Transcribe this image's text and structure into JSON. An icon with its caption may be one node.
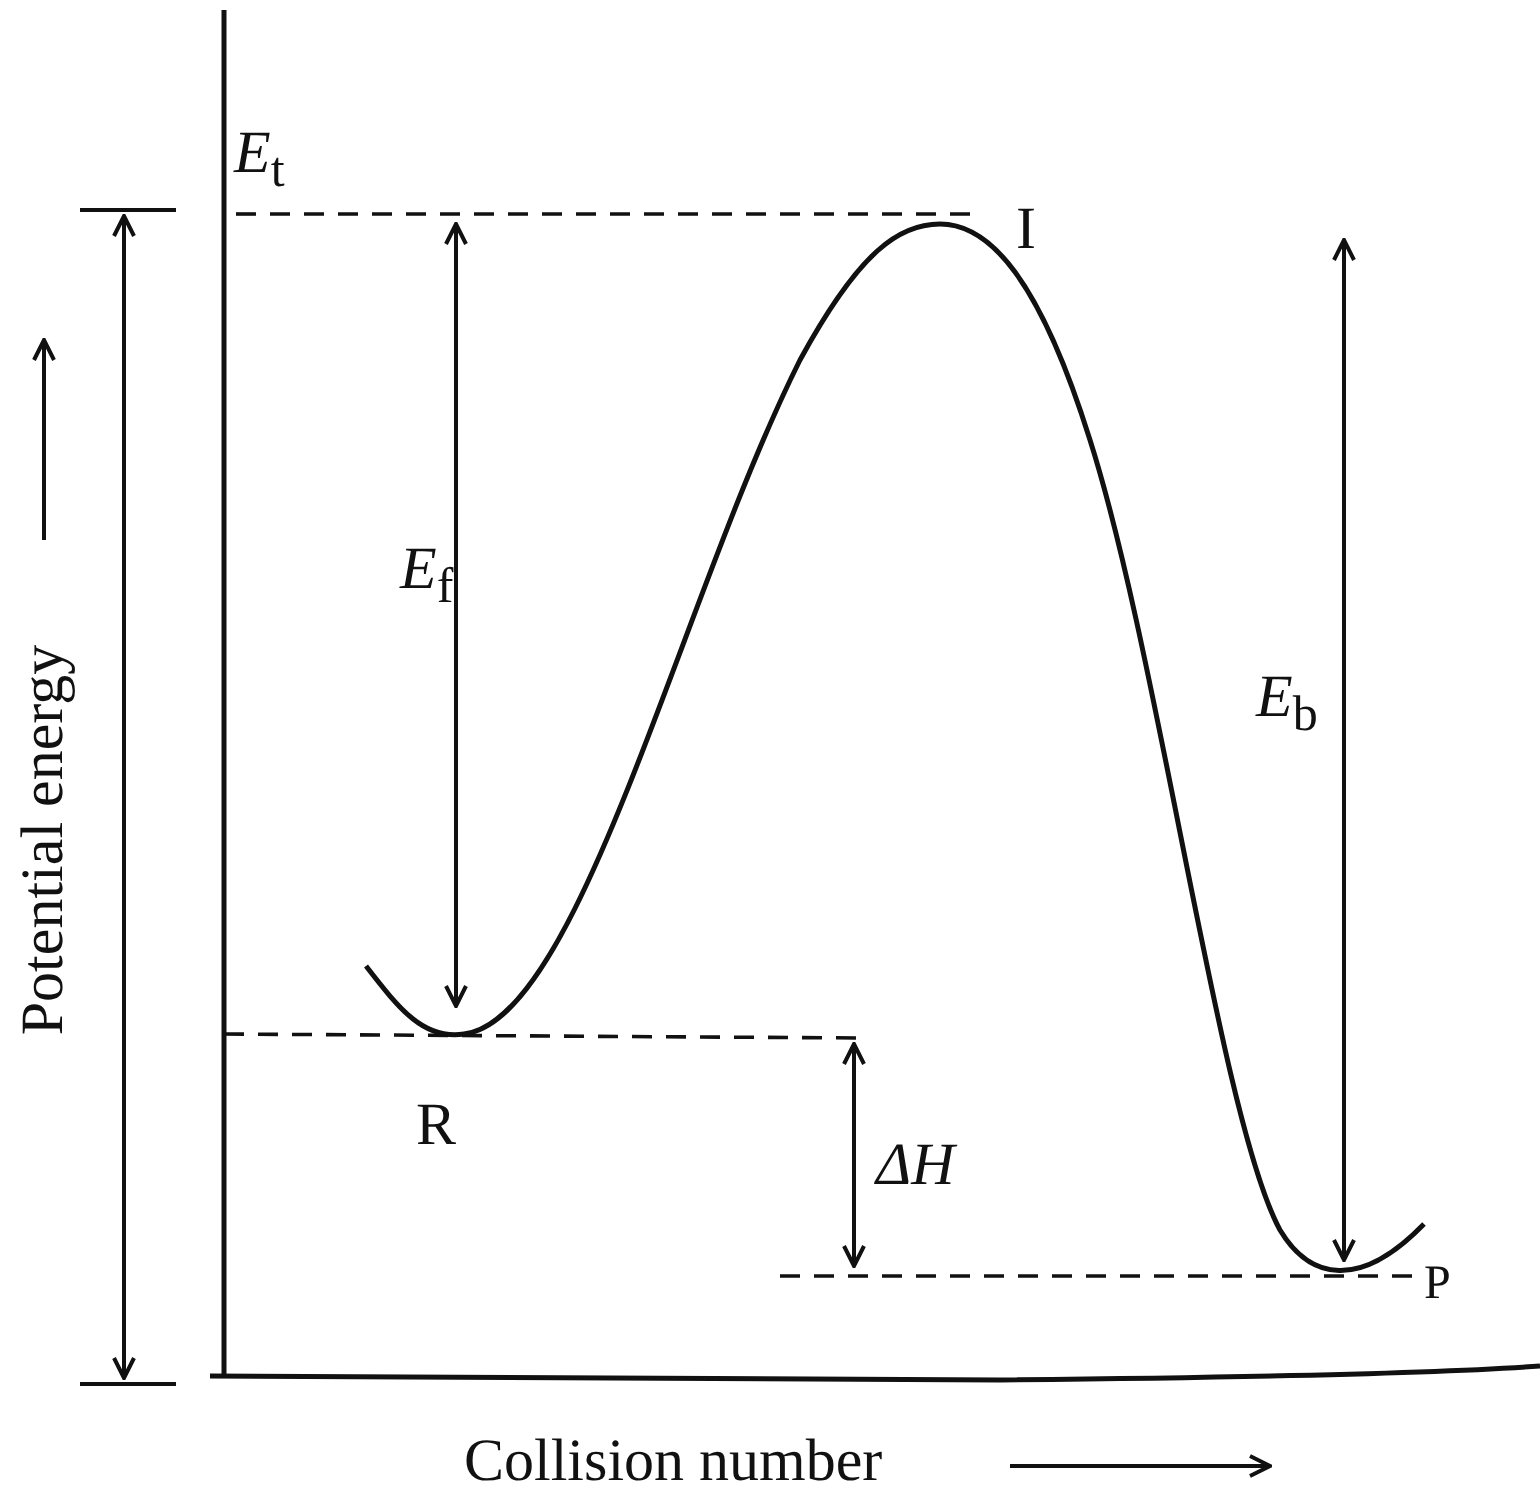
{
  "diagram": {
    "labels": [
      "*E*$_{t}$",
      "I",
      "*E*$_{f}$",
      "*E*$_{b}$",
      "R",
      "ΔH",
      "P",
      "Potential energy",
      "Collision number"
    ]
  }
}
